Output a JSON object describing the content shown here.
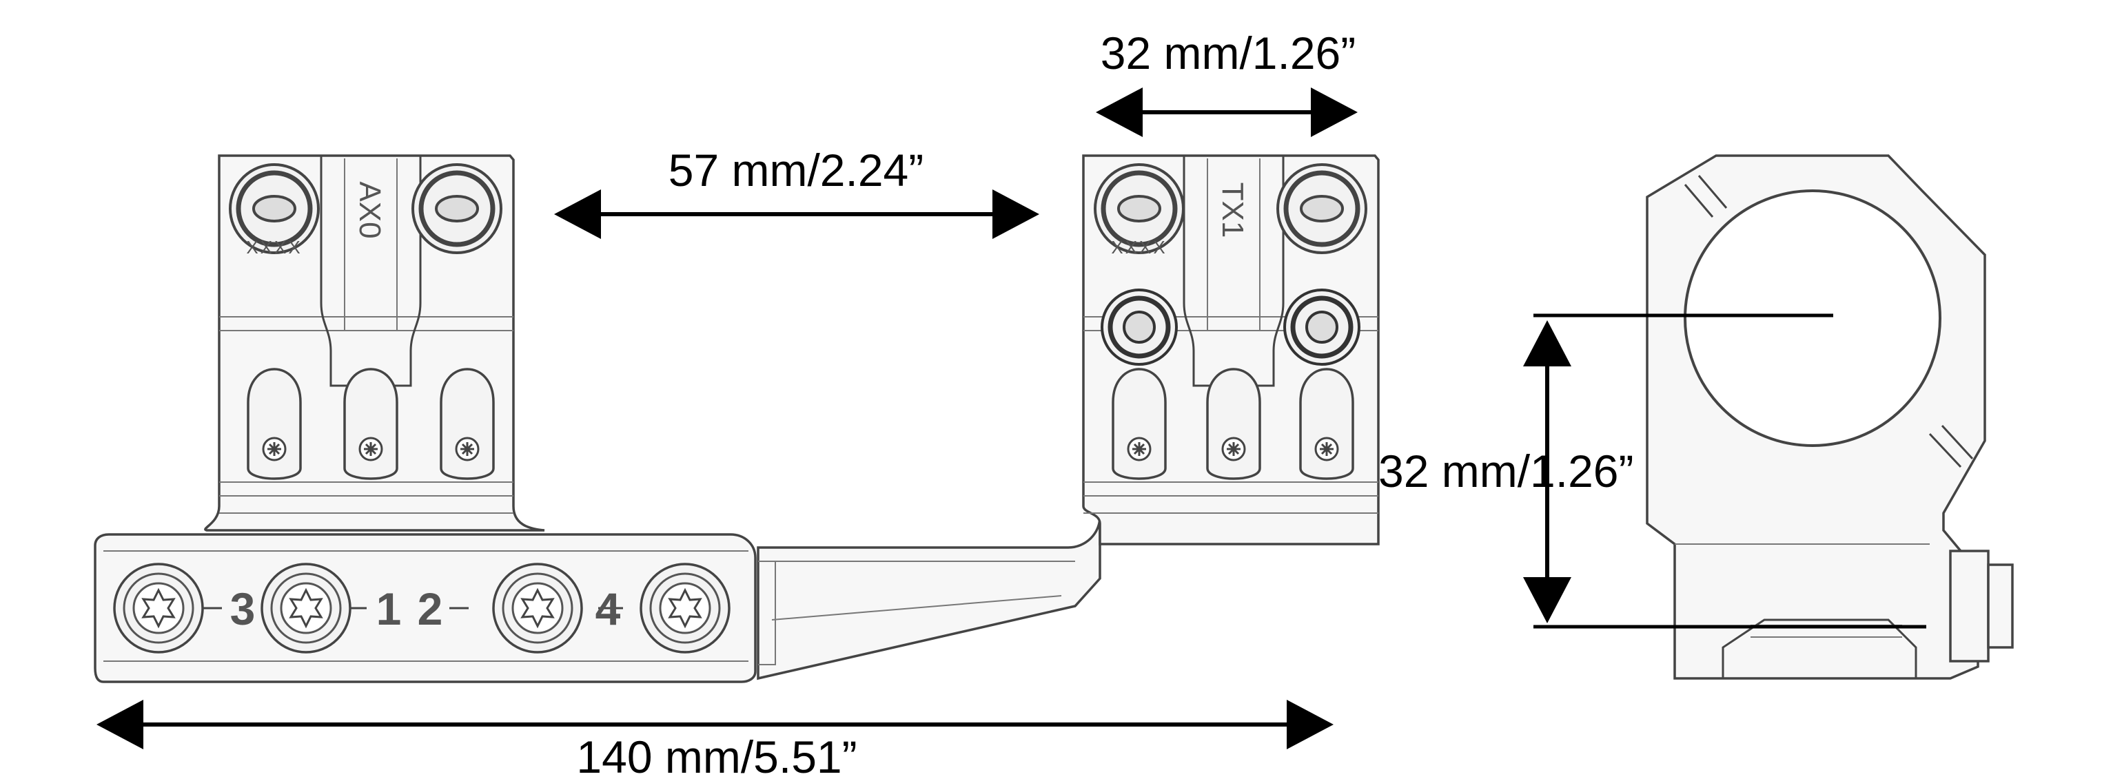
{
  "dimensions": {
    "ring_width_top": "32 mm/1.26”",
    "ring_spacing": "57 mm/2.24”",
    "total_length": "140 mm/5.51”",
    "center_height": "32 mm/1.26”"
  },
  "ring_markings": {
    "left_code": "XXXX",
    "left_ring_label": "AX0",
    "right_code": "XXXX",
    "right_ring_label": "TX1"
  },
  "base_screw_labels": [
    "3",
    "1",
    "2",
    "4"
  ],
  "icons": {
    "screw": "torx-screw-icon",
    "arrow": "double-headed-arrow-icon"
  }
}
